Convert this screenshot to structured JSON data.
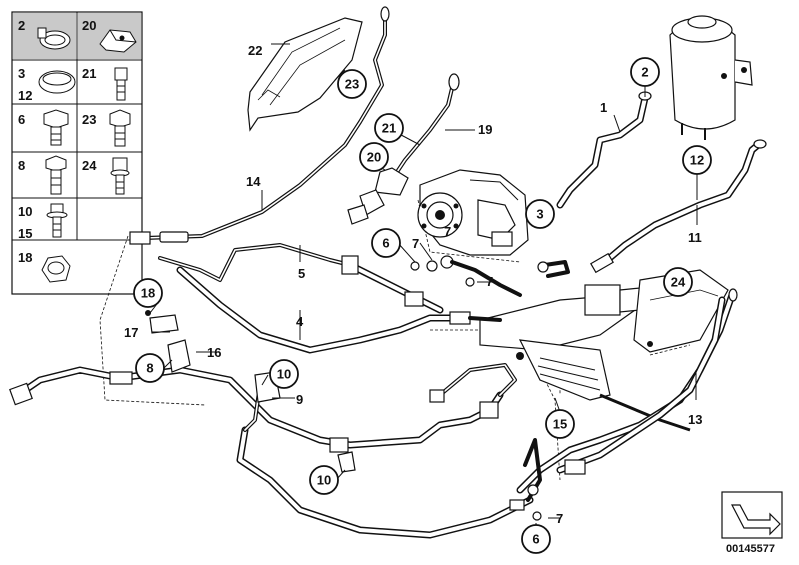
{
  "legend": {
    "cells": [
      {
        "labels": [
          "2"
        ],
        "icon": "hose-clamp-icon",
        "highlight": true
      },
      {
        "labels": [
          "20"
        ],
        "icon": "clip-bracket-icon",
        "highlight": true
      },
      {
        "labels": [
          "3",
          "12"
        ],
        "icon": "ring-clamp-icon",
        "highlight": false
      },
      {
        "labels": [
          "21"
        ],
        "icon": "stud-bolt-icon",
        "highlight": false
      },
      {
        "labels": [
          "6"
        ],
        "icon": "banjo-bolt-icon",
        "highlight": false
      },
      {
        "labels": [
          "23"
        ],
        "icon": "hex-bolt-icon",
        "highlight": false
      },
      {
        "labels": [
          "8"
        ],
        "icon": "hex-bolt-long-icon",
        "highlight": false
      },
      {
        "labels": [
          "24"
        ],
        "icon": "flange-nut-bolt-icon",
        "highlight": false
      },
      {
        "labels": [
          "10",
          "15"
        ],
        "icon": "flange-bolt-icon",
        "highlight": false
      },
      {
        "labels": [
          "18"
        ],
        "icon": "hex-nut-icon",
        "highlight": false
      }
    ]
  },
  "callouts": {
    "plain": [
      {
        "id": "22",
        "text": "22"
      },
      {
        "id": "1",
        "text": "1"
      },
      {
        "id": "19",
        "text": "19"
      },
      {
        "id": "14",
        "text": "14"
      },
      {
        "id": "7a",
        "text": "7"
      },
      {
        "id": "7b",
        "text": "7"
      },
      {
        "id": "7c",
        "text": "7"
      },
      {
        "id": "7d",
        "text": "7"
      },
      {
        "id": "11",
        "text": "11"
      },
      {
        "id": "5",
        "text": "5"
      },
      {
        "id": "4",
        "text": "4"
      },
      {
        "id": "17",
        "text": "17"
      },
      {
        "id": "16",
        "text": "16"
      },
      {
        "id": "9",
        "text": "9"
      },
      {
        "id": "13",
        "text": "13"
      }
    ],
    "circled": [
      {
        "id": "c23",
        "text": "23"
      },
      {
        "id": "c2",
        "text": "2"
      },
      {
        "id": "c21",
        "text": "21"
      },
      {
        "id": "c20",
        "text": "20"
      },
      {
        "id": "c3",
        "text": "3"
      },
      {
        "id": "c12",
        "text": "12"
      },
      {
        "id": "c6a",
        "text": "6"
      },
      {
        "id": "c24",
        "text": "24"
      },
      {
        "id": "c18",
        "text": "18"
      },
      {
        "id": "c8",
        "text": "8"
      },
      {
        "id": "c10a",
        "text": "10"
      },
      {
        "id": "c15",
        "text": "15"
      },
      {
        "id": "c10b",
        "text": "10"
      },
      {
        "id": "c6b",
        "text": "6"
      }
    ]
  },
  "diagram_number": "00145577",
  "icons": {
    "orientation_arrow": "front-arrow-icon"
  }
}
